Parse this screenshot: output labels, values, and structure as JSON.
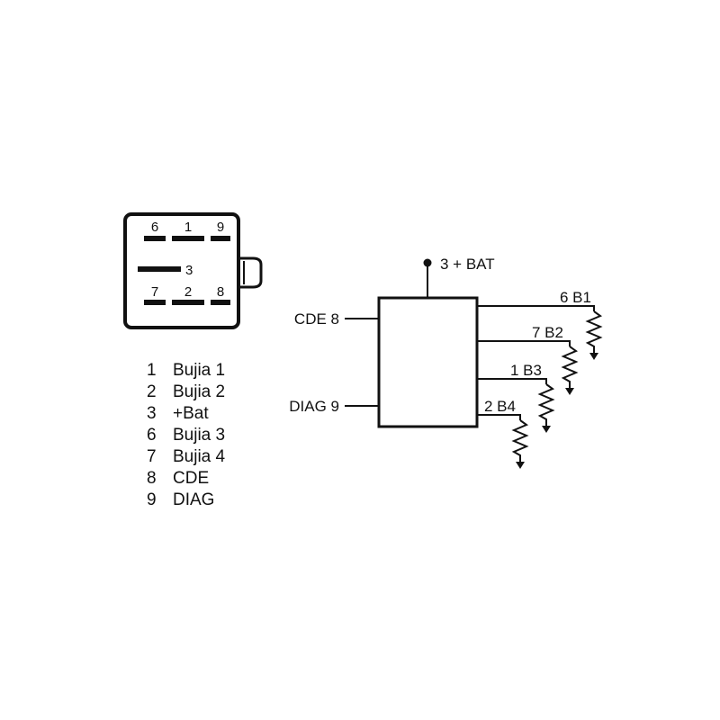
{
  "connector": {
    "pins": {
      "top_left": "6",
      "top_middle": "1",
      "top_right": "9",
      "middle": "3",
      "bottom_left": "7",
      "bottom_middle": "2",
      "bottom_right": "8"
    }
  },
  "legend": [
    {
      "pin": "1",
      "label": "Bujia 1"
    },
    {
      "pin": "2",
      "label": "Bujia 2"
    },
    {
      "pin": "3",
      "label": "+Bat"
    },
    {
      "pin": "6",
      "label": "Bujia 3"
    },
    {
      "pin": "7",
      "label": "Bujia 4"
    },
    {
      "pin": "8",
      "label": "CDE"
    },
    {
      "pin": "9",
      "label": "DIAG"
    }
  ],
  "schematic": {
    "battery": "3 + BAT",
    "cde": "CDE 8",
    "diag": "DIAG 9",
    "outputs": [
      "6 B1",
      "7 B2",
      "1 B3",
      "2 B4"
    ]
  },
  "colors": {
    "ink": "#111111",
    "background": "#ffffff"
  }
}
